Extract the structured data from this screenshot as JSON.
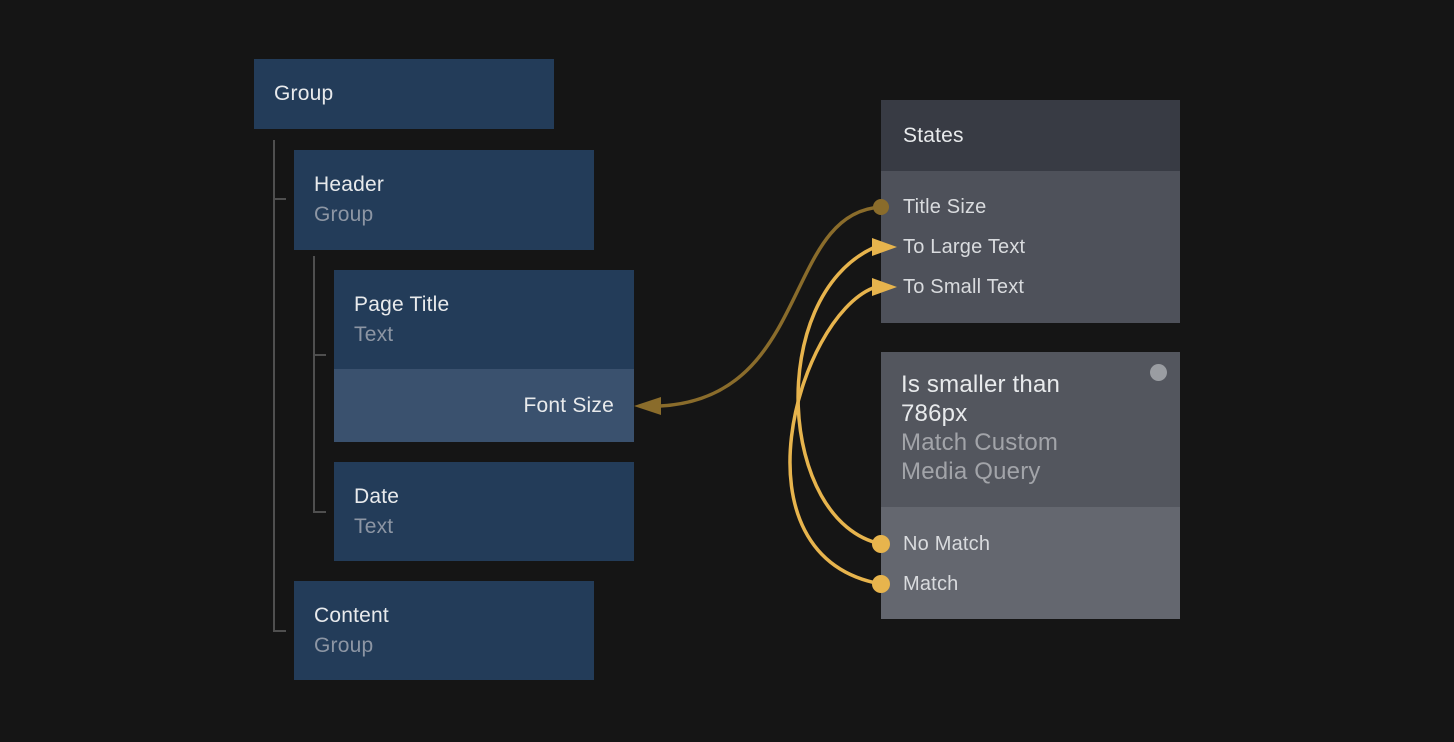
{
  "layers": {
    "group": {
      "title": "Group"
    },
    "header": {
      "title": "Header",
      "type": "Group"
    },
    "page_title": {
      "title": "Page Title",
      "type": "Text",
      "property": "Font Size"
    },
    "date": {
      "title": "Date",
      "type": "Text"
    },
    "content": {
      "title": "Content",
      "type": "Group"
    }
  },
  "states_panel": {
    "title": "States",
    "items": [
      "Title Size",
      "To Large Text",
      "To Small Text"
    ]
  },
  "condition_panel": {
    "title": "Is smaller than 786px",
    "type": "Match Custom Media Query",
    "items": [
      "No Match",
      "Match"
    ]
  },
  "colors": {
    "background": "#151515",
    "layer_box": "#233c59",
    "layer_box_highlight": "#3a516e",
    "text_primary": "#e8eaec",
    "text_secondary_blue": "#8d96a4",
    "text_secondary_gray": "#a2a4a9",
    "item_text": "#d9dbde",
    "tree_line": "#4f4f4f",
    "states_header_bg": "#383b44",
    "states_body_bg": "#4e515a",
    "cond_header_bg": "#53565e",
    "cond_body_bg": "#64676f",
    "gold_dark": "#8a6c2b",
    "gold_bright": "#e7b44d",
    "port_dot": "#9a9da2"
  }
}
